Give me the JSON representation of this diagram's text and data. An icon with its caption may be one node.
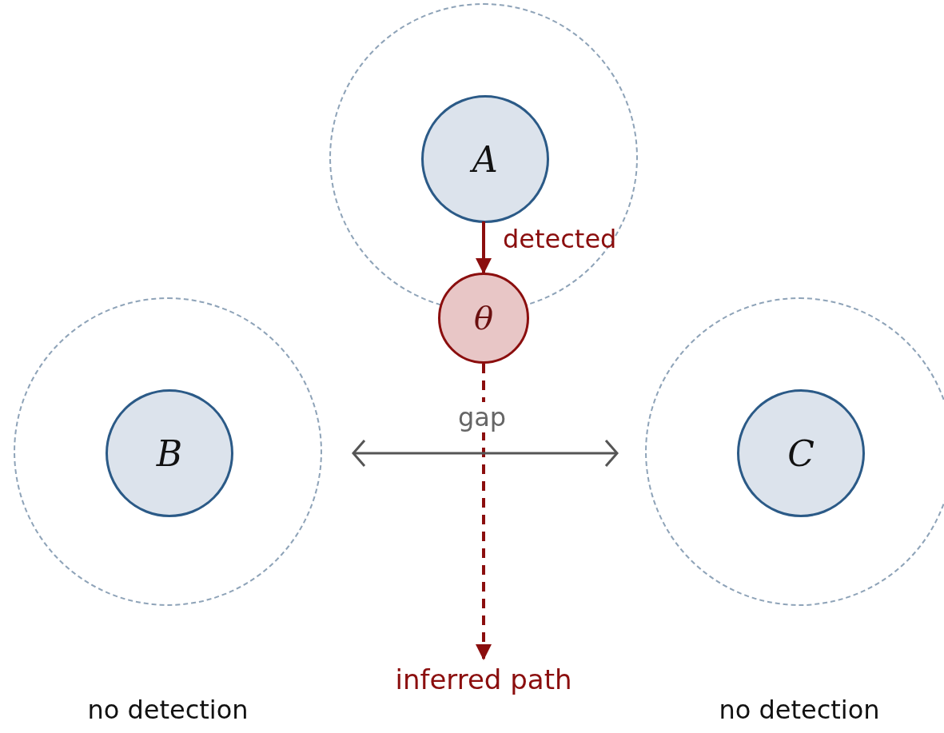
{
  "diagram": {
    "nodes": [
      {
        "text": [],
        "shape": "circle"
      },
      {
        "text": [
          "A"
        ],
        "in": 0
      },
      {
        "text": [
          "θ"
        ]
      },
      {
        "text": [],
        "shape": "circle",
        "beside": [
          "no detection"
        ]
      },
      {
        "text": [
          "B"
        ],
        "in": 3
      },
      {
        "text": [],
        "shape": "circle",
        "beside": [
          "no detection"
        ]
      },
      {
        "text": [
          "C"
        ],
        "in": 5
      },
      {
        "text": [
          "inferred path"
        ]
      }
    ],
    "edges": [
      {
        "from": 1,
        "to": 2,
        "arrow": "to",
        "label": "detected",
        "color": "#8b0e0e"
      },
      {
        "from": 2,
        "to": 7,
        "arrow": "to",
        "style": "dashed",
        "color": "#8b0e0e"
      }
    ],
    "labels": [
      "gap"
    ]
  }
}
